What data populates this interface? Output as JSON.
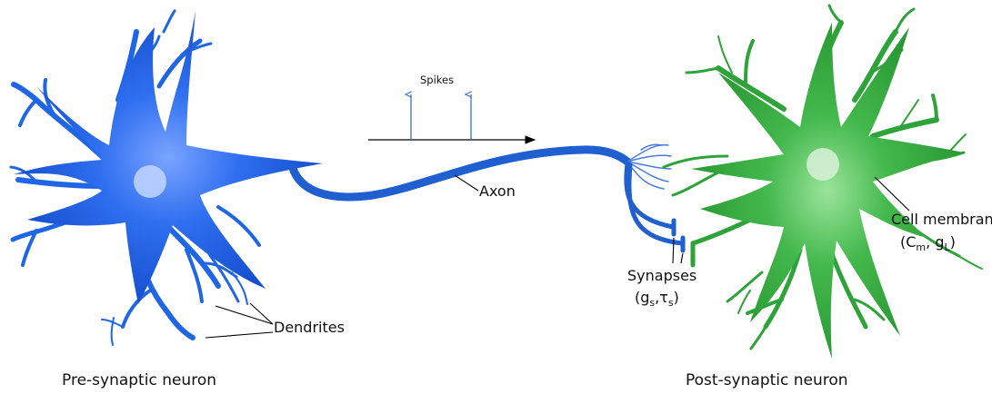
{
  "labels": {
    "spikes": "Spikes",
    "axon": "Axon",
    "dendrites": "Dendrites",
    "synapses": "Synapses",
    "synapse_params": {
      "open": "(g",
      "g_sub": "s",
      "sep": ",τ",
      "tau_sub": "s",
      "close": ")"
    },
    "cell_membrane": "Cell membrane",
    "membrane_params": {
      "open": "(C",
      "c_sub": "m",
      "sep": ", g",
      "g_sub": "L",
      "close": ")"
    },
    "pre_neuron": "Pre-synaptic neuron",
    "post_neuron": "Post-synaptic neuron"
  },
  "colors": {
    "pre_neuron": "#1a5fdc",
    "pre_highlight": "#bcd2ff",
    "post_neuron": "#2ea33a",
    "post_highlight": "#d8f1d8",
    "axon": "#1f5fd0",
    "leader": "#000000",
    "spike": "#3d6fd6"
  }
}
